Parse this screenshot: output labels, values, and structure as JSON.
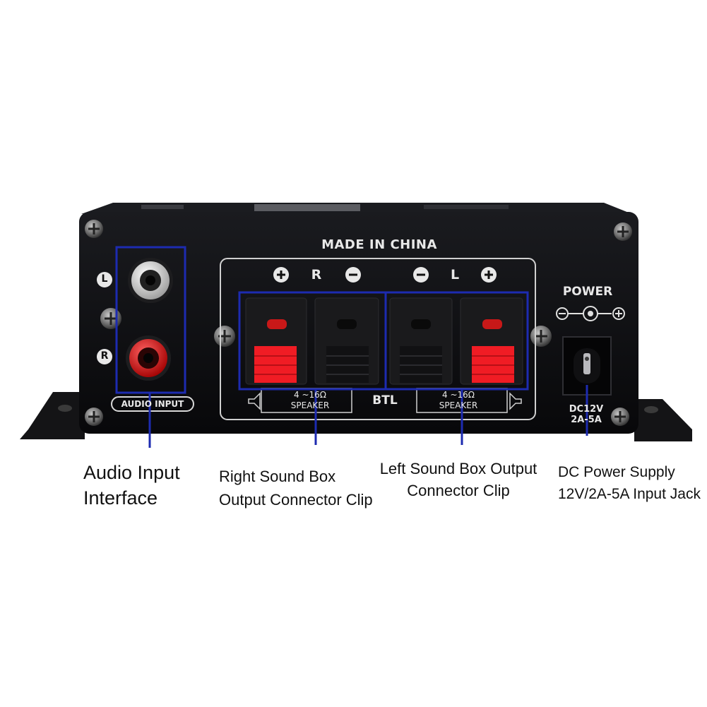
{
  "panel": {
    "made_in": "MADE IN CHINA",
    "channel_left": "L",
    "channel_right": "R",
    "audio_input_label": "AUDIO INPUT",
    "right_terminal_labels": [
      "+",
      "R",
      "−"
    ],
    "left_terminal_labels": [
      "−",
      "L",
      "+"
    ],
    "impedance_right": "4 ~16Ω",
    "impedance_left": "4 ~16Ω",
    "speaker_right": "SPEAKER",
    "speaker_left": "SPEAKER",
    "btl": "BTL",
    "power_label": "POWER",
    "dc_rating_line1": "DC12V",
    "dc_rating_line2": "2A-5A"
  },
  "callouts": [
    {
      "line1": "Audio Input",
      "line2": "Interface"
    },
    {
      "line1": "Right Sound Box",
      "line2": "Output Connector Clip"
    },
    {
      "line1": "Left Sound Box Output",
      "line2": "Connector Clip"
    },
    {
      "line1": "DC Power Supply",
      "line2": "12V/2A-5A Input Jack"
    }
  ],
  "colors": {
    "highlight": "#1d2bb0",
    "panel": "#0c0c0e",
    "clip_red": "#e8141e"
  }
}
